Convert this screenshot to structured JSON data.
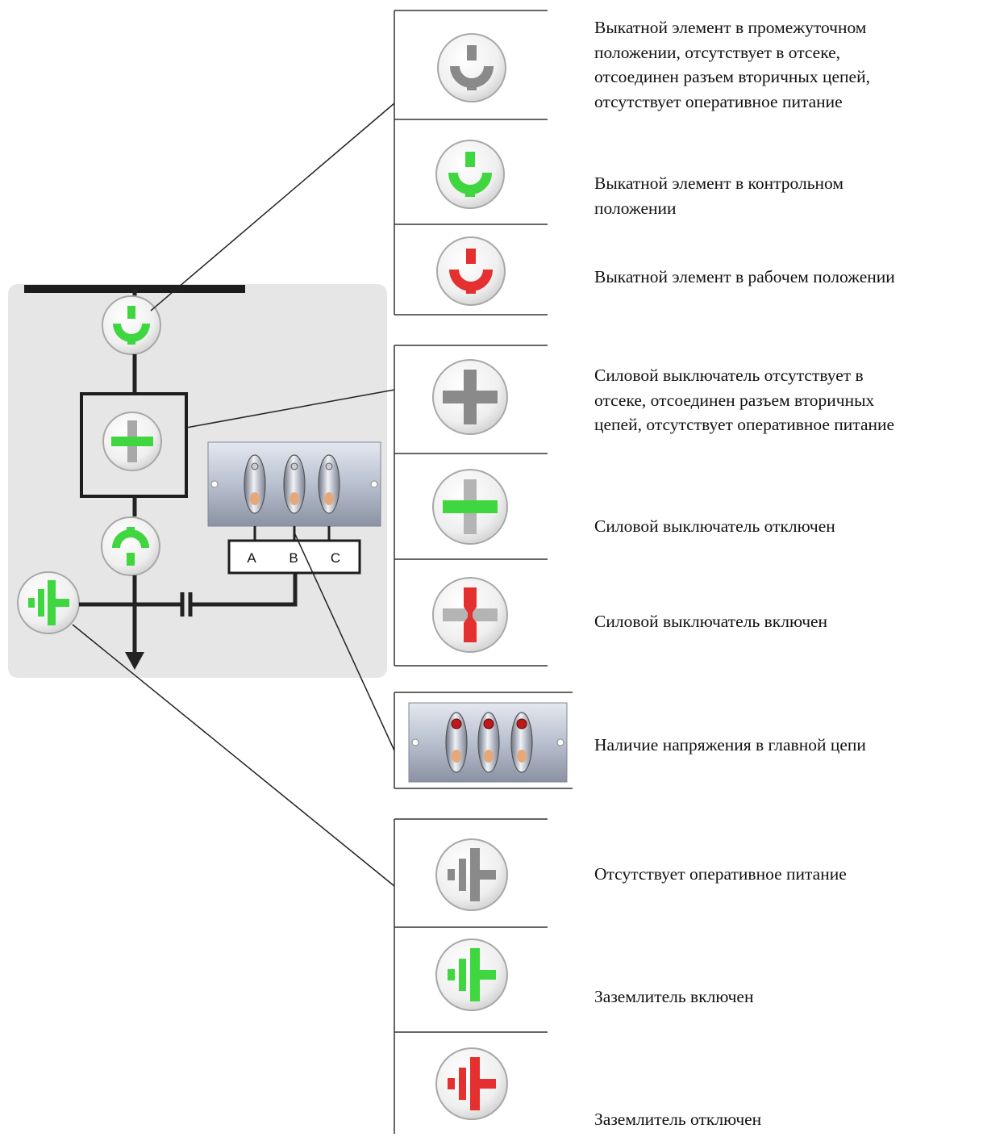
{
  "colors": {
    "green": "#3fd63f",
    "red": "#e53030",
    "gray": "#8a8a8a",
    "panel": "#e6e6e6"
  },
  "indicator_block": {
    "phase_labels": [
      "A",
      "B",
      "C"
    ]
  },
  "legend": [
    {
      "icon": "truck-gray-icon",
      "lines": [
        "Выкатной элемент в промежуточном",
        "положении, отсутствует в отсеке,",
        "отсоединен разъем вторичных цепей,",
        "отсутствует оперативное питание"
      ]
    },
    {
      "icon": "truck-green-icon",
      "lines": [
        "Выкатной элемент в контрольном",
        "положении"
      ]
    },
    {
      "icon": "truck-red-icon",
      "lines": [
        "Выкатной элемент в рабочем положении"
      ]
    },
    {
      "icon": "breaker-gray-icon",
      "lines": [
        "Силовой выключатель отсутствует в",
        "отсеке, отсоединен разъем вторичных",
        "цепей, отсутствует оперативное питание"
      ]
    },
    {
      "icon": "breaker-green-icon",
      "lines": [
        "Силовой выключатель отключен"
      ]
    },
    {
      "icon": "breaker-red-icon",
      "lines": [
        "Силовой выключатель включен"
      ]
    },
    {
      "icon": "voltage-indicator-icon",
      "lines": [
        "Наличие напряжения в главной цепи"
      ]
    },
    {
      "icon": "earth-gray-icon",
      "lines": [
        "Отсутствует оперативное питание"
      ]
    },
    {
      "icon": "earth-green-icon",
      "lines": [
        "Заземлитель включен"
      ]
    },
    {
      "icon": "earth-red-icon",
      "lines": [
        "Заземлитель отключен"
      ]
    }
  ]
}
